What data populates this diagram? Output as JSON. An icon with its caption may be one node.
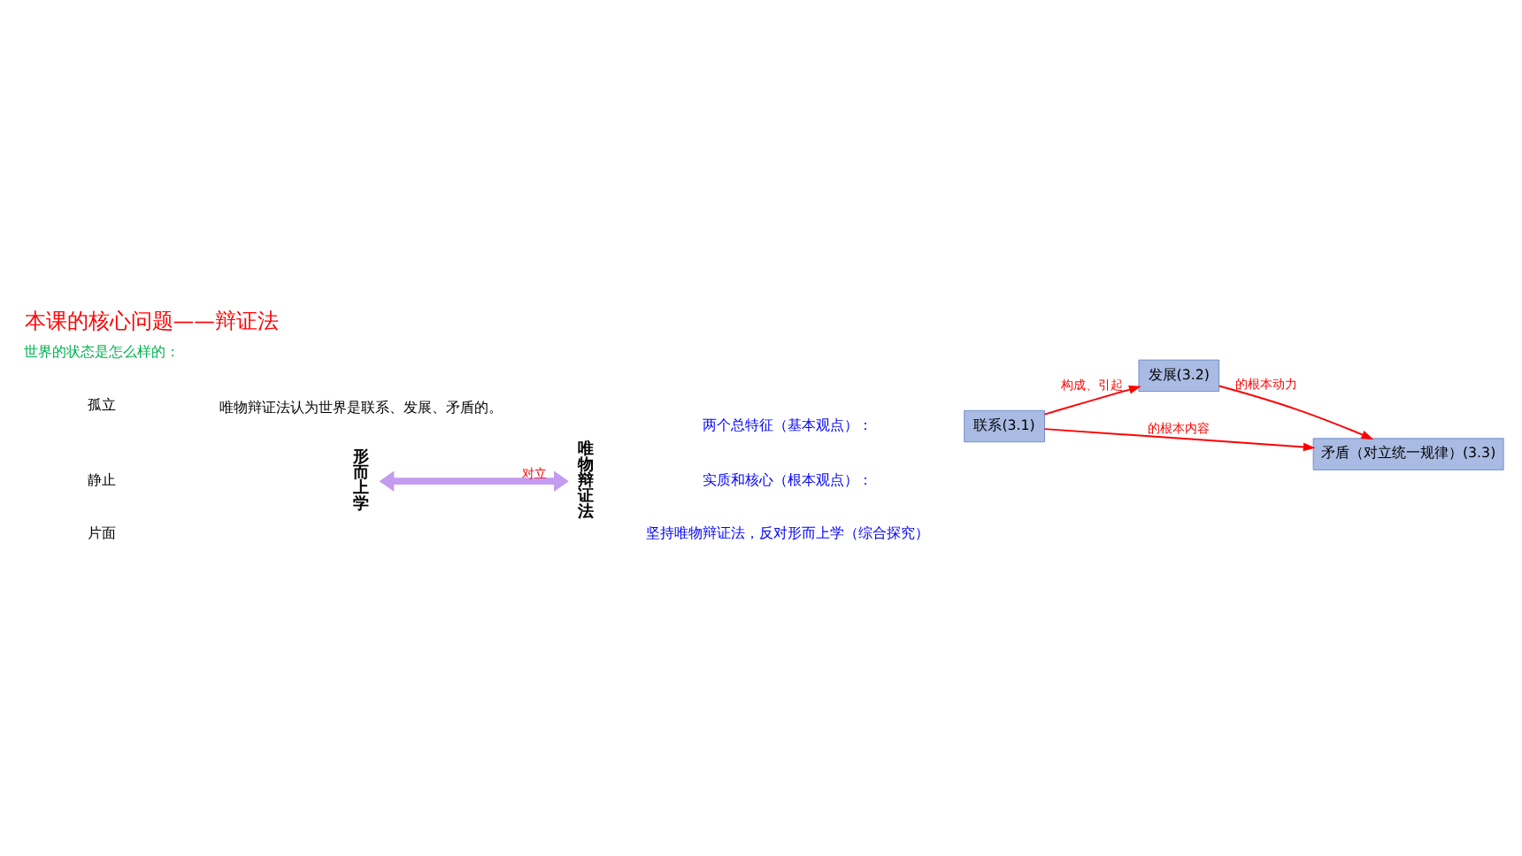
{
  "diagram": {
    "title": "本课的核心问题——辩证法",
    "nodes": [
      {
        "text": [
          "形而上学"
        ]
      },
      {
        "text": [
          "唯物辩证法"
        ]
      },
      {
        "text": [
          "联系(3.1)"
        ]
      },
      {
        "text": [
          "发展(3.2)"
        ]
      },
      {
        "text": [
          "矛盾（对立统一规律）(3.3)"
        ]
      }
    ],
    "edges": [
      {
        "from": 0,
        "to": 1,
        "arrow": "both",
        "label": "对立",
        "style": "thick",
        "color": "#c39bf0"
      },
      {
        "from": 2,
        "to": 3,
        "arrow": "to",
        "label": "构成、引起"
      },
      {
        "from": 2,
        "to": 4,
        "arrow": "to",
        "label": "的根本内容"
      },
      {
        "from": 3,
        "to": 4,
        "arrow": "to",
        "label": "的根本动力"
      }
    ],
    "labels": [
      "世界的状态是怎么样的：",
      "唯物辩证法认为世界是联系、发展、矛盾的。",
      "孤立",
      "静止",
      "片面",
      "两个总特征（基本观点）：",
      "实质和核心（根本观点）：",
      "坚持唯物辩证法，反对形而上学（综合探究）"
    ]
  }
}
